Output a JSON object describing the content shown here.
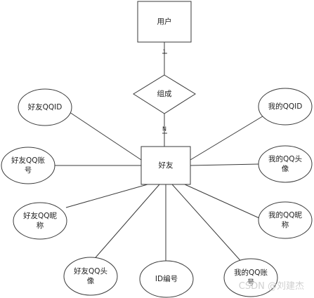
{
  "entities": {
    "user": "用户",
    "friend": "好友"
  },
  "relationship": {
    "label": "组成",
    "card_top": "1",
    "card_bottom": "N"
  },
  "attributes": {
    "friend_qqid": "好友QQID",
    "friend_account": [
      "好友QQ账",
      "号"
    ],
    "friend_nickname": [
      "好友QQ昵",
      "称"
    ],
    "friend_avatar": [
      "好友QQ头",
      "像"
    ],
    "id_number": "ID编号",
    "my_account": [
      "我的QQ账",
      "号"
    ],
    "my_nickname": [
      "我的QQ昵",
      "称"
    ],
    "my_avatar": [
      "我的QQ头",
      "像"
    ],
    "my_qqid": "我的QQID"
  },
  "watermark": "CSDN @刘建杰"
}
